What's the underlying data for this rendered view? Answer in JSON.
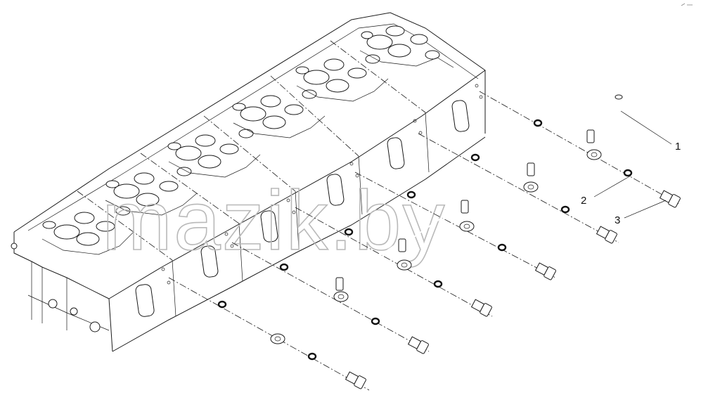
{
  "callouts": [
    {
      "id": "1",
      "label": "1"
    },
    {
      "id": "2",
      "label": "2"
    },
    {
      "id": "3",
      "label": "3"
    }
  ],
  "watermark": "mazik.by",
  "colors": {
    "line": "#1a1a1a",
    "background": "#ffffff",
    "watermark": "#b9b9b9"
  }
}
